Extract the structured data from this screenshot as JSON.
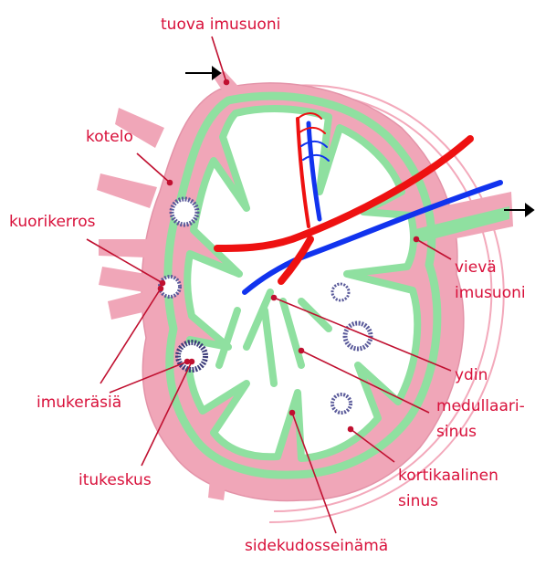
{
  "labels": {
    "afferent": "tuova imusuoni",
    "capsule": "kotelo",
    "cortex": "kuorikerros",
    "efferent_1": "vievä",
    "efferent_2": "imusuoni",
    "medulla": "ydin",
    "nodules": "imukeräsiä",
    "medullary_1": "medullaari-",
    "medullary_2": "sinus",
    "germinal": "itukeskus",
    "cortical_1": "kortikaalinen",
    "cortical_2": "sinus",
    "trabecula": "sidekudosseinämä"
  },
  "colors": {
    "capsule": "#f0a6b8",
    "sinus": "#8fe0a0",
    "label": "#d8103a",
    "leader": "#c01030",
    "artery": "#ee1111",
    "vein": "#1133ee"
  }
}
